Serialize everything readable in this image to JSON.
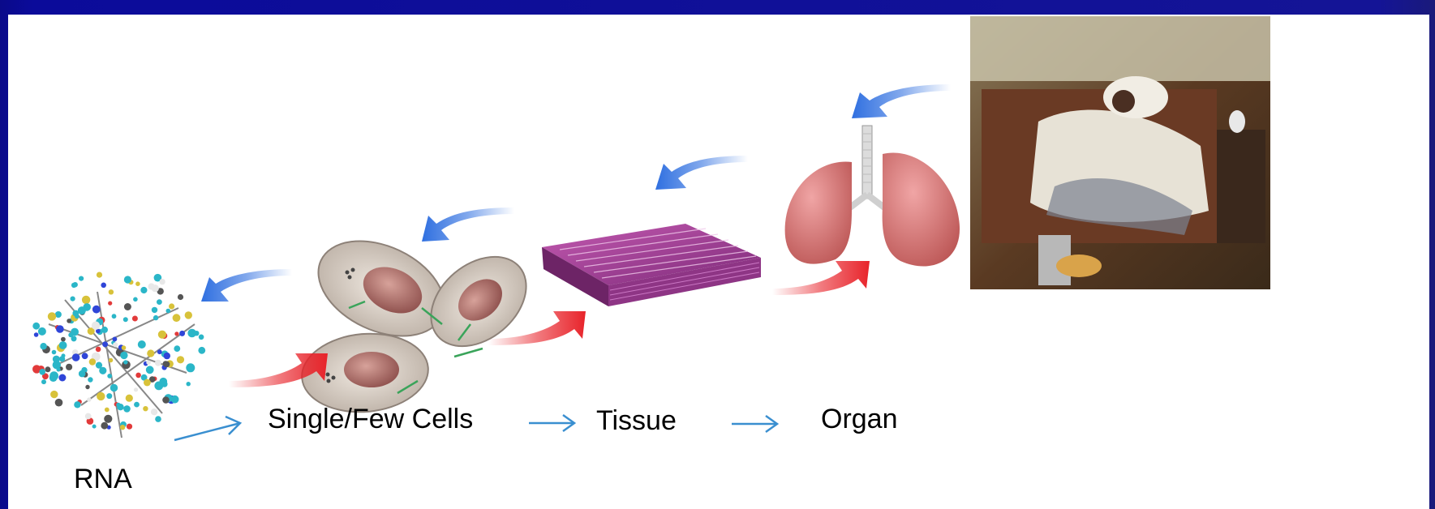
{
  "labels": {
    "rna": "RNA",
    "cells": "Single/Few Cells",
    "tissue": "Tissue",
    "organ": "Organ"
  },
  "colors": {
    "arrow_blue": "#2f6fe0",
    "arrow_red": "#e8232a",
    "connector": "#3a8fd0",
    "background": "#0b0b9a"
  },
  "icons": [
    "molecule-icon",
    "cells-icon",
    "tissue-icon",
    "lungs-icon",
    "painting-icon"
  ]
}
